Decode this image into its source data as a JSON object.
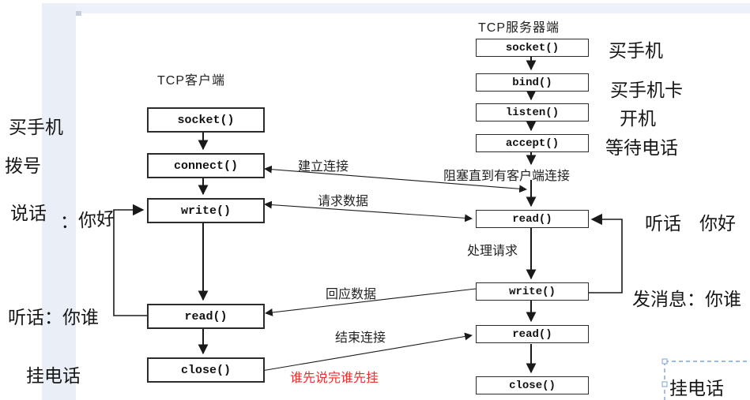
{
  "colors": {
    "stripe": "#e9eef7",
    "line": "#1a1a1a",
    "box_border": "#2b2b2b",
    "red_note": "#e03333",
    "selection_blue": "#7aa3d6"
  },
  "client": {
    "title": "TCP客户端",
    "boxes": [
      {
        "label": "socket()"
      },
      {
        "label": "connect()"
      },
      {
        "label": "write()"
      },
      {
        "label": "read()"
      },
      {
        "label": "close()"
      }
    ]
  },
  "server": {
    "title": "TCP服务器端",
    "boxes": [
      {
        "label": "socket()"
      },
      {
        "label": "bind()"
      },
      {
        "label": "listen()"
      },
      {
        "label": "accept()"
      },
      {
        "label": "read()"
      },
      {
        "label": "write()"
      },
      {
        "label": "read()"
      },
      {
        "label": "close()"
      }
    ]
  },
  "annotations_left": [
    {
      "label": "买手机"
    },
    {
      "label": "拨号"
    },
    {
      "label": "说话"
    },
    {
      "label": "：你好"
    },
    {
      "label": "听话：你谁"
    },
    {
      "label": "挂电话"
    }
  ],
  "annotations_right": [
    {
      "label": "买手机"
    },
    {
      "label": "买手机卡"
    },
    {
      "label": "开机"
    },
    {
      "label": "等待电话"
    },
    {
      "label": "听话　你好"
    },
    {
      "label": "发消息：你谁"
    },
    {
      "label": "挂电话"
    }
  ],
  "flow": {
    "establish": "建立连接",
    "request": "请求数据",
    "response": "回应数据",
    "finish": "结束连接",
    "block": "阻塞直到有客户端连接",
    "process": "处理请求",
    "red_note": "谁先说完谁先挂"
  }
}
